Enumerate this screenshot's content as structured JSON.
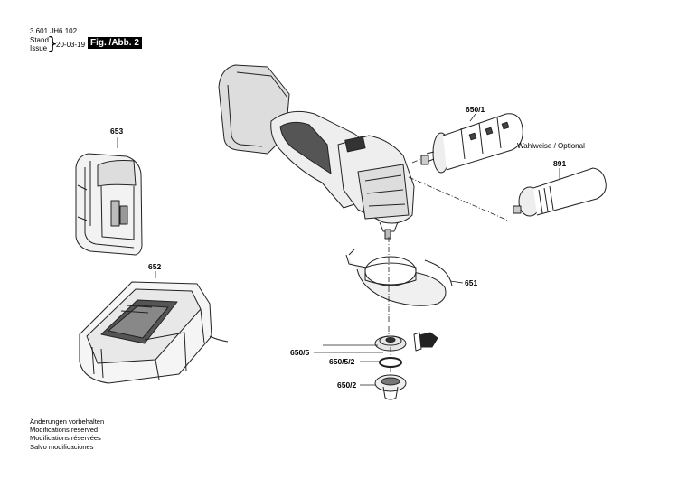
{
  "header": {
    "doc_number": "3 601 JH6 102",
    "stand_label": "Stand",
    "issue_label": "Issue",
    "date": "20-03-19",
    "fig_label": "Fig. /Abb. 2"
  },
  "parts": {
    "p653": "653",
    "p652": "652",
    "p650_1": "650/1",
    "p891": "891",
    "p651": "651",
    "p650_5": "650/5",
    "p650_5_2": "650/5/2",
    "p650_2": "650/2"
  },
  "optional_note": "Wahlweise / Optional",
  "footer": [
    "Änderungen vorbehalten",
    "Modifications reserved",
    "Modifications réservées",
    "Salvo modificaciones"
  ]
}
